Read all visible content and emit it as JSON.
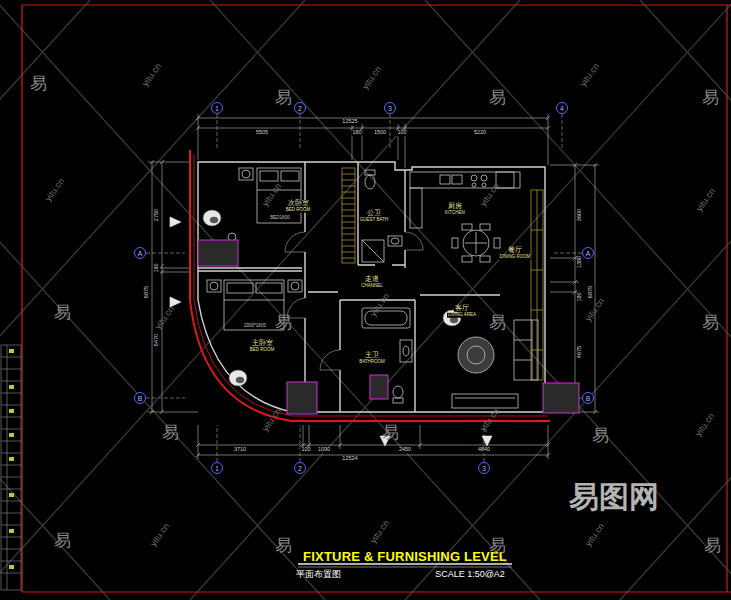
{
  "diagram": {
    "title": "FIXTURE & FURNISHING LEVEL",
    "nodes": [
      {
        "text": [
          "1"
        ]
      },
      {
        "text": [
          "2"
        ]
      },
      {
        "text": [
          "3"
        ]
      },
      {
        "text": [
          "4"
        ]
      },
      {
        "text": [
          "1"
        ]
      },
      {
        "text": [
          "2"
        ]
      },
      {
        "text": [
          "3"
        ]
      },
      {
        "text": [
          "A"
        ]
      },
      {
        "text": [
          "B"
        ]
      },
      {
        "text": [
          "A"
        ]
      },
      {
        "text": [
          "B"
        ]
      }
    ],
    "labels": [
      "易",
      "易",
      "易",
      "易",
      "易",
      "易",
      "易",
      "易",
      "易",
      "易",
      "易",
      "易",
      "易",
      "易",
      "易",
      "yitu.cn",
      "yitu.cn",
      "yitu.cn",
      "yitu.cn",
      "yitu.cn",
      "yitu.cn",
      "yitu.cn",
      "yitu.cn",
      "yitu.cn",
      "yitu.cn",
      "yitu.cn",
      "yitu.cn",
      "yitu.cn",
      "yitu.cn",
      "yitu.cn",
      "yitu.cn",
      "易图网",
      "次卧室",
      "BED ROOM",
      "公卫",
      "GUEST BATH",
      "厨房",
      "KITCHEN",
      "餐厅",
      "DINING ROOM",
      "走道",
      "CHANNEL",
      "客厅",
      "LIVING AREA",
      "主卧室",
      "BED ROOM",
      "主卫",
      "BATHROOM",
      "BED1800",
      "2000*1800",
      "12525",
      "5505",
      "180",
      "1500",
      "100",
      "5220",
      "3710",
      "100",
      "1090",
      "2450",
      "4840",
      "12524",
      "2750",
      "180",
      "5470",
      "6875",
      "3600",
      "1380",
      "180",
      "4675",
      "6875",
      "平面布置图",
      "SCALE 1:50@A2"
    ]
  }
}
